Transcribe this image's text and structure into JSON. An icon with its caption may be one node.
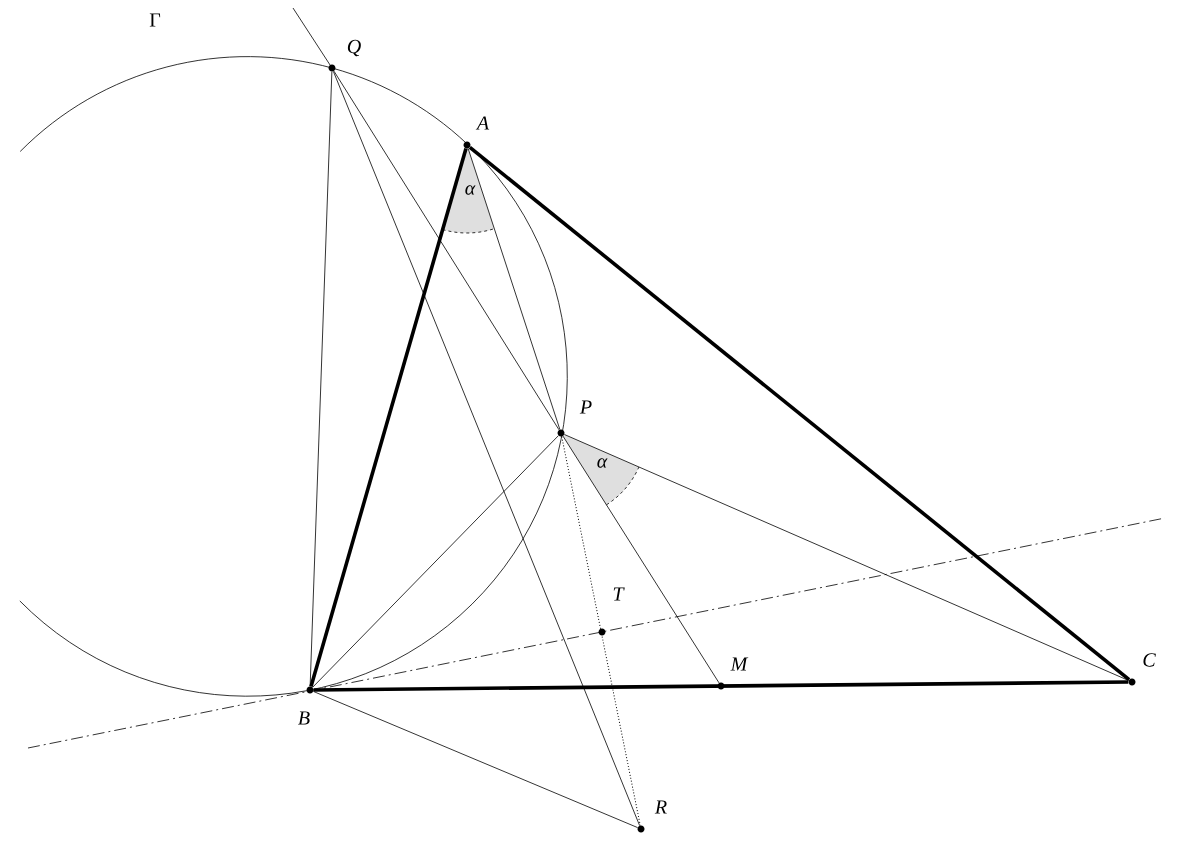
{
  "diagram": {
    "nodes": [
      {
        "text": [
          "Q"
        ]
      },
      {
        "text": [
          "A"
        ]
      },
      {
        "text": [
          "P"
        ]
      },
      {
        "text": [
          "T"
        ]
      },
      {
        "text": [
          "C"
        ]
      },
      {
        "text": [
          "M"
        ]
      },
      {
        "text": [
          "B"
        ]
      },
      {
        "text": [
          "R"
        ]
      }
    ],
    "edges": [
      {
        "from": 0,
        "to": 2,
        "arrow": "none"
      },
      {
        "from": 0,
        "to": 6,
        "arrow": "none"
      },
      {
        "from": 0,
        "to": 7,
        "arrow": "none"
      },
      {
        "from": 1,
        "to": 6,
        "arrow": "none",
        "style": "thick"
      },
      {
        "from": 1,
        "to": 4,
        "arrow": "none",
        "style": "thick"
      },
      {
        "from": 6,
        "to": 4,
        "arrow": "none",
        "style": "thick"
      },
      {
        "from": 1,
        "to": 2,
        "arrow": "none"
      },
      {
        "from": 2,
        "to": 6,
        "arrow": "none"
      },
      {
        "from": 2,
        "to": 4,
        "arrow": "none"
      },
      {
        "from": 2,
        "to": 5,
        "arrow": "none"
      },
      {
        "from": 2,
        "to": 7,
        "arrow": "none",
        "style": "dashed"
      },
      {
        "from": 6,
        "to": 7,
        "arrow": "none"
      }
    ],
    "labels": [
      "Γ",
      "α",
      "α"
    ]
  }
}
